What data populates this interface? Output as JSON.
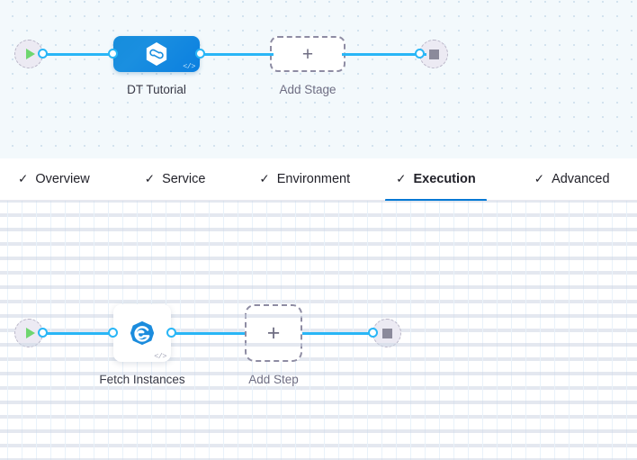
{
  "pipeline_editor": {
    "stage_canvas": {
      "start_node": {
        "name": "start",
        "icon": "play-icon"
      },
      "end_node": {
        "name": "end",
        "icon": "stop-icon"
      },
      "stages": [
        {
          "label": "DT Tutorial",
          "icon": "hexagon-infinity-icon",
          "badge": "</>",
          "selected": true
        }
      ],
      "add_stage": {
        "label": "Add Stage",
        "plus": "+"
      }
    },
    "tabs": [
      {
        "label": "Overview",
        "tick": "✓",
        "active": false
      },
      {
        "label": "Service",
        "tick": "✓",
        "active": false
      },
      {
        "label": "Environment",
        "tick": "✓",
        "active": false
      },
      {
        "label": "Execution",
        "tick": "✓",
        "active": true
      },
      {
        "label": "Advanced",
        "tick": "✓",
        "active": false
      }
    ],
    "step_canvas": {
      "start_node": {
        "name": "start",
        "icon": "play-icon"
      },
      "end_node": {
        "name": "end",
        "icon": "stop-icon"
      },
      "steps": [
        {
          "label": "Fetch Instances",
          "icon": "harness-e-icon",
          "badge": "</>"
        }
      ],
      "add_step": {
        "label": "Add Step",
        "plus": "+"
      }
    },
    "colors": {
      "accent": "#0078d4",
      "edge": "#29b6f6",
      "stage_fill": "#1a8fe0",
      "canvas_top_bg": "#f3f9fc",
      "canvas_bottom_bg": "#ffffff",
      "label_text": "#383946",
      "placeholder_text": "#6f6e83",
      "play_green": "#6fd66f",
      "stop_gray": "#8b8a9b"
    }
  }
}
